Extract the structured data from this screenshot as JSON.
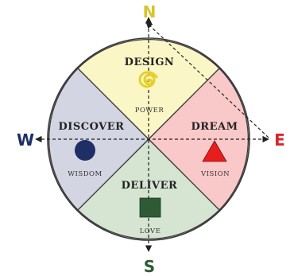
{
  "compass": {
    "north": "N",
    "south": "S",
    "east": "E",
    "west": "W"
  },
  "segments": {
    "design": {
      "title": "DESIGN",
      "subtitle": "POWER",
      "symbol": "spiral-icon",
      "fill": "#fbf6c6",
      "symbol_color": "#e6cf2a"
    },
    "dream": {
      "title": "DREAM",
      "subtitle": "VISION",
      "symbol": "triangle-icon",
      "fill": "#f9c8c8",
      "symbol_color": "#e61e1e"
    },
    "deliver": {
      "title": "DELIVER",
      "subtitle": "LOVE",
      "symbol": "square-icon",
      "fill": "#d5e5d2",
      "symbol_color": "#2f5a36"
    },
    "discover": {
      "title": "DISCOVER",
      "subtitle": "WISDOM",
      "symbol": "circle-icon",
      "fill": "#d3d5e3",
      "symbol_color": "#1f2f66"
    }
  },
  "colors": {
    "north": "#d9c32a",
    "east": "#d8262a",
    "south": "#2f5a36",
    "west": "#1f2f66",
    "outline": "#3a3a3a"
  }
}
